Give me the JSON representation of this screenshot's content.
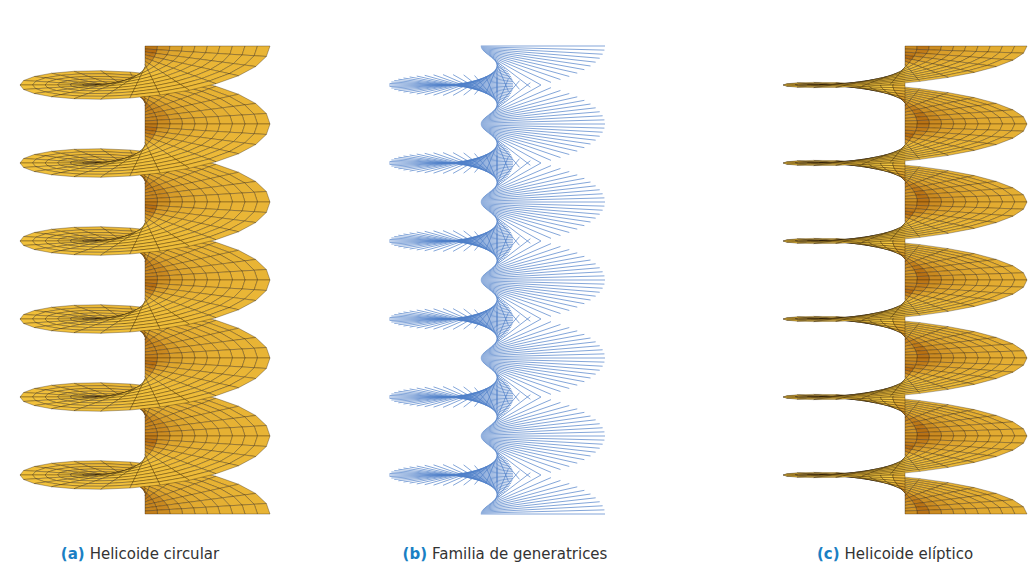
{
  "diagram": {
    "labels": [
      "(a)",
      "Helicoide circular",
      "(b)",
      "Familia de generatrices",
      "(c)",
      "Helicoide elíptico"
    ]
  }
}
